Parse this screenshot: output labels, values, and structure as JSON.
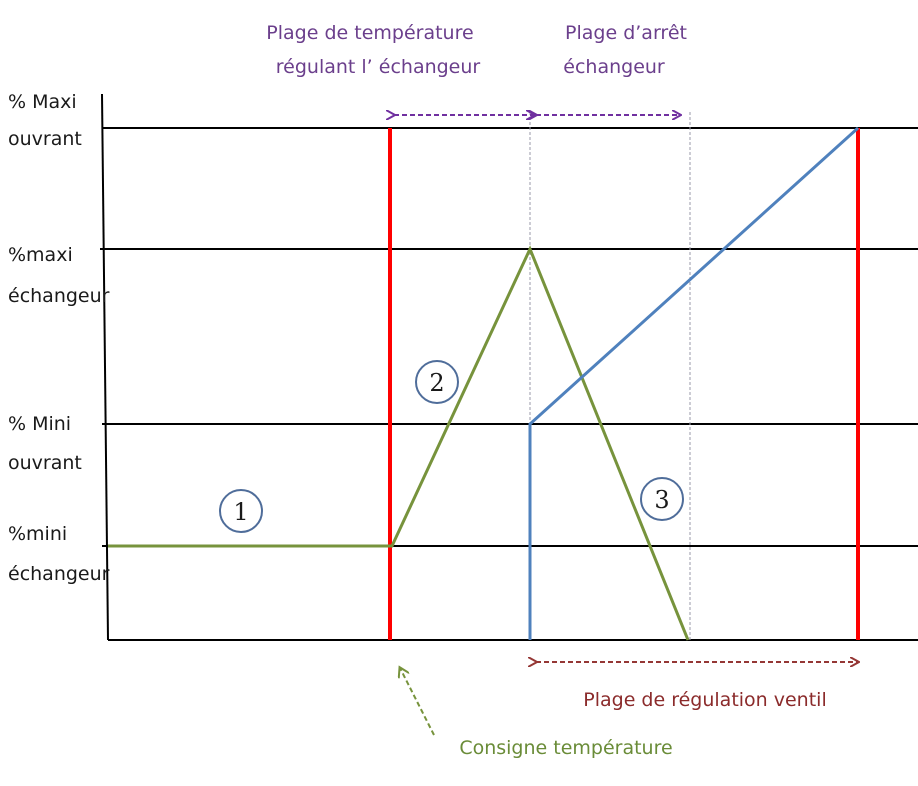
{
  "y_levels": {
    "maxi_ouvrant": [
      "% Maxi",
      "ouvrant"
    ],
    "maxi_echangeur": [
      "%maxi",
      "échangeur"
    ],
    "mini_ouvrant": [
      "% Mini",
      "ouvrant"
    ],
    "mini_echangeur": [
      "%mini",
      "échangeur"
    ]
  },
  "ranges": {
    "regulating": [
      "Plage de température",
      "régulant l’ échangeur"
    ],
    "stop": [
      "Plage d’arrêt",
      "échangeur"
    ],
    "vent": "Plage de régulation ventil",
    "setpoint": "Consigne température"
  },
  "zones": [
    "1",
    "2",
    "3"
  ],
  "colors": {
    "exchanger_curve": "#77933c",
    "vent_curve": "#4f81bd",
    "limit_line": "#ff0000",
    "range_purple": "#7030a0",
    "range_darkred": "#953735",
    "setpoint_green": "#77933c",
    "axis": "#000000"
  }
}
